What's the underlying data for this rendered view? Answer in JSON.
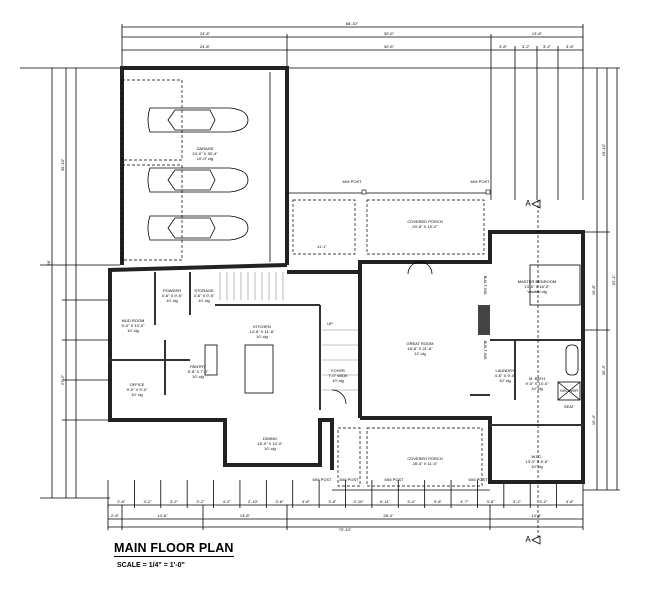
{
  "title": "MAIN FLOOR  PLAN",
  "scale": "SCALE  = 1/4\" = 1'-0\"",
  "rooms": [
    {
      "name": "GARAGE",
      "size": "24'-0\" X 30'-4\"",
      "ceiling": "10'-0\" clg"
    },
    {
      "name": "COVERED PORCH",
      "size": "20'-8\" X 19'-2\""
    },
    {
      "name": "MUD ROOM",
      "size": "9'-0\" X 13'-0\"",
      "ceiling": "10' clg"
    },
    {
      "name": "POWDER",
      "size": "4'-6\" X 9'-6\"",
      "ceiling": "10' clg"
    },
    {
      "name": "STORAGE",
      "size": "4'-6\" X 9'-6\"",
      "ceiling": "10' clg"
    },
    {
      "name": "PANTRY",
      "size": "5'-8\" X 7'-0\"",
      "ceiling": "10' clg"
    },
    {
      "name": "KITCHEN",
      "size": "14'-6\" X 11'-6\"",
      "ceiling": "10' clg"
    },
    {
      "name": "OFFICE",
      "size": "9'-0\" X 9'-0\"",
      "ceiling": "10' clg"
    },
    {
      "name": "DINING",
      "size": "15'-0\" X 10'-0\"",
      "ceiling": "10' clg"
    },
    {
      "name": "FOYER",
      "size": "7'-0\" WIDE",
      "ceiling": "10' clg"
    },
    {
      "name": "GREAT ROOM",
      "size": "18'-8\" X 21'-8\"",
      "ceiling": "12' clg"
    },
    {
      "name": "COVERED PORCH",
      "size": "28'-4\" X 11'-0\""
    },
    {
      "name": "MASTER BEDROOM",
      "size": "13'-0\" X 16'-0\"",
      "ceiling": "Vaulted clg"
    },
    {
      "name": "LAUNDRY",
      "size": "4'-6\" X 9'-0\"",
      "ceiling": "10' clg"
    },
    {
      "name": "M. BATH",
      "size": "9'-0\" X 13'-0\"",
      "ceiling": "10' clg"
    },
    {
      "name": "W.I.C.",
      "size": "13'-0\" X 8'-6\"",
      "ceiling": "10' clg"
    },
    {
      "name": "SHOWER"
    },
    {
      "name": "SEAT"
    },
    {
      "name": "UP"
    }
  ],
  "posts": [
    "6X6 POST",
    "6X6 POST",
    "6X6 POST",
    "6X6 POST",
    "6X6 POST",
    "6X6 POST"
  ],
  "built_ins": [
    "BUILT-INS",
    "BUILT-INS"
  ],
  "dimensions": {
    "top_total": "68'-10\"",
    "top_row2": [
      "24'-8\"",
      "30'-6\"",
      "13'-8\""
    ],
    "top_row3": [
      "24'-8\"",
      "30'-6\"",
      "3'-8\"",
      "3'-2\"",
      "3'-2\"",
      "3'-8\""
    ],
    "porch_width": "11'-1\"",
    "bottom_row1": [
      "2'-8\"",
      "4'-2\"",
      "3'-2\"",
      "3'-2\"",
      "4'-2\"",
      "2'-10\"",
      "3'-8\"",
      "3'-8\"",
      "3'-8\"",
      "2'-10\"",
      "6'-11\"",
      "5'-4\"",
      "9'-8\"",
      "4'-7\"",
      "3'-8\"",
      "3'-2\"",
      "3'-2\"",
      "3'-8\""
    ],
    "bottom_row2": [
      "2'-8\"",
      "14'-8\"",
      "13'-8\"",
      "28'-4\"",
      "13'-8\""
    ],
    "bottom_total": "70'-10\"",
    "left_total": "58'",
    "left_parts": [
      "30'-10\"",
      "27'-2\""
    ],
    "right_total": "52'-1\"",
    "right_parts": [
      "16'-10\"",
      "35'-3\""
    ],
    "right_master": [
      "19'-8\"",
      "16'-4\""
    ],
    "section_marker": "A"
  }
}
